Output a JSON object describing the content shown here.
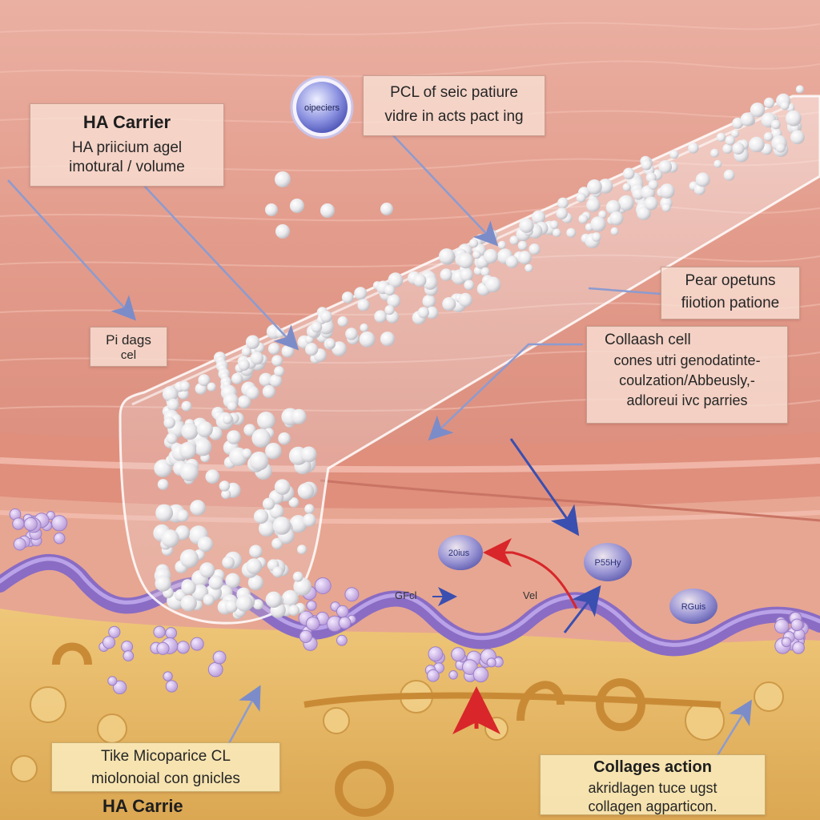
{
  "labels": {
    "ha_carrier_box": {
      "title": "HA Carrier",
      "lines": [
        "HA priicium agel",
        "imotural / volume"
      ]
    },
    "pcl_box": {
      "lines": [
        "PCL of seic patiure",
        "vidre in acts pact ing"
      ]
    },
    "pear_box": {
      "lines": [
        "Pear opetuns",
        "fiiotion patione"
      ]
    },
    "collaash_box": {
      "title": "Collaash cell",
      "lines": [
        "cones utri genodatinte-",
        "coulzation/Abbeusly,-",
        "adloreui ivc parries"
      ]
    },
    "pi_box": {
      "lines": [
        "Pi dags",
        "cel"
      ]
    },
    "tike_box": {
      "lines": [
        "Tike Micoparice CL",
        "miolonoial  con gnicles"
      ]
    },
    "ha_carrie_footer": "HA Carrie",
    "collages_box": {
      "title": "Collages action",
      "lines": [
        "akridlagen  tuce ugst",
        "collagen agparticon."
      ]
    }
  },
  "particle_badge": "oipeciers",
  "receptors": {
    "left": "20ius",
    "right": "P55Hy",
    "far_right": "RGuis"
  },
  "markers": {
    "gfcl": "GFcl",
    "vel": "Vel"
  },
  "colors": {
    "skin_top": "#e9a797",
    "skin_mid": "#df9584",
    "fat_layer": "#e2b665",
    "fiber": "#8a6cc4",
    "arrow_blue": "#5a6fb8",
    "arrow_red": "#d8262a",
    "particle": "#f2f2f2"
  }
}
